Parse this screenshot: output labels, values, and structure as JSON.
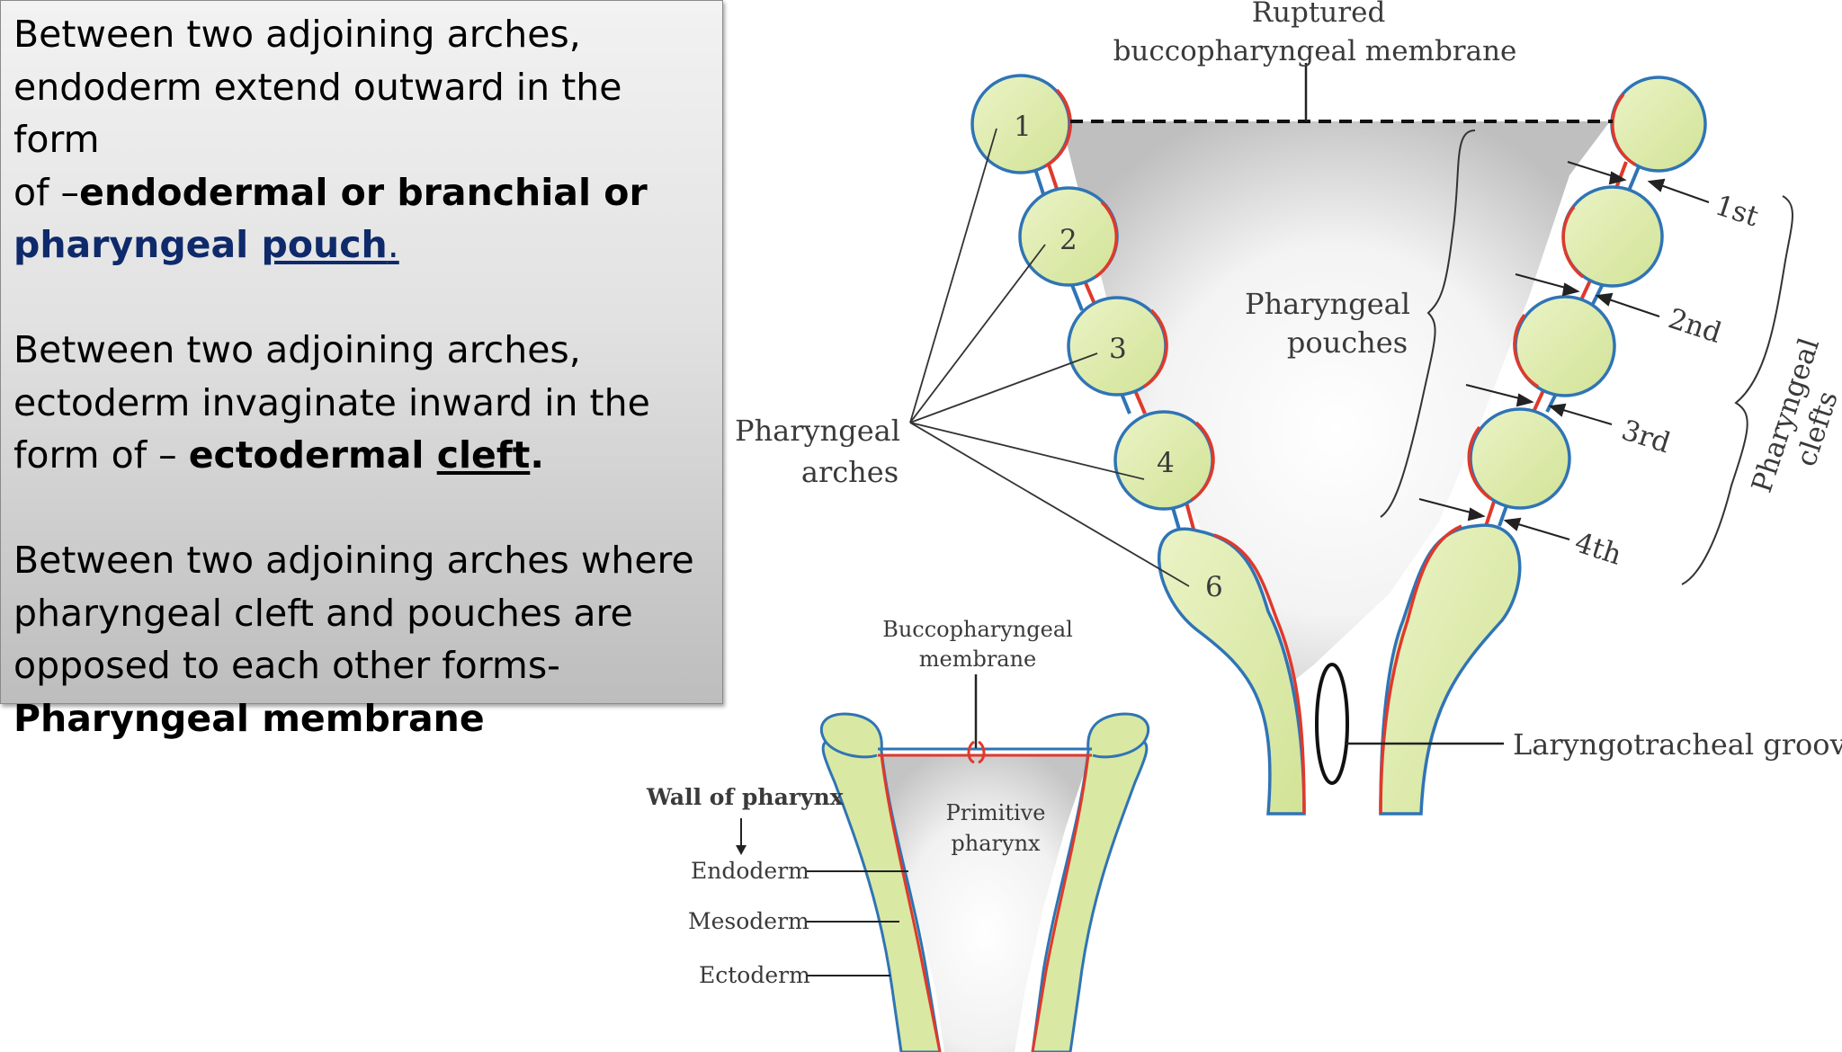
{
  "text_box": {
    "p1": {
      "line1": "Between two adjoining  arches,",
      "line2": "endoderm extend outward in the form",
      "line3_lead": "of –",
      "line3_bold": "endodermal or branchial or",
      "line4_word": "pharyngeal ",
      "line4_underlined": "pouch",
      "line4_period": "."
    },
    "p2": {
      "line1": "Between two adjoining  arches,",
      "line2": "ectoderm invaginate inward in the",
      "line3_lead": "form of – ",
      "line3_bold": "ectodermal ",
      "line3_underlined": "cleft",
      "line3_period": "."
    },
    "p3": {
      "line1": "Between two adjoining arches where",
      "line2": "pharyngeal cleft and pouches are",
      "line3": "opposed to each other forms-",
      "line4_bold": "Pharyngeal membrane"
    }
  },
  "upper_diagram": {
    "ruptured_line1": "Ruptured",
    "ruptured_line2": "buccopharyngeal membrane",
    "arch_numbers": [
      "1",
      "2",
      "3",
      "4",
      "6"
    ],
    "arches_label_line1": "Pharyngeal",
    "arches_label_line2": "arches",
    "pouches_label_line1": "Pharyngeal",
    "pouches_label_line2": "pouches",
    "cleft_labels": [
      "1st",
      "2nd",
      "3rd",
      "4th"
    ],
    "clefts_label_line1": "Pharyngeal",
    "clefts_label_line2": "clefts",
    "laryngotracheal_label": "Laryngotracheal groove"
  },
  "lower_diagram": {
    "bucco_line1": "Buccopharyngeal",
    "bucco_line2": "membrane",
    "primitive_line1": "Primitive",
    "primitive_line2": "pharynx",
    "wall_label": "Wall of pharynx",
    "layers": [
      "Endoderm",
      "Mesoderm",
      "Ectoderm"
    ]
  },
  "colors": {
    "arch_fill": "#d9e8a3",
    "endoderm_line": "#e0392b",
    "ectoderm_line": "#2f74b5",
    "title_navy": "#0f2a6b"
  }
}
